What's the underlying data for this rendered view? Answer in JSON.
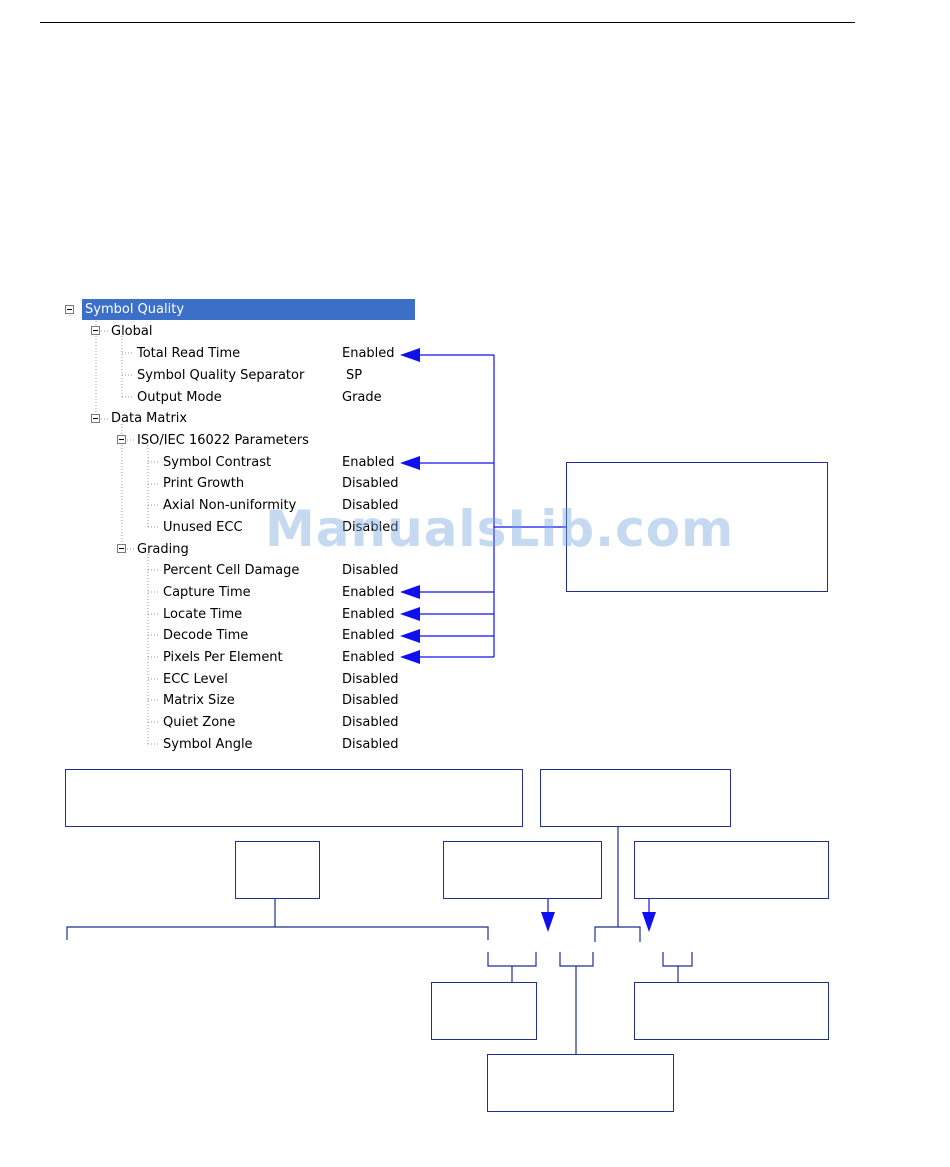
{
  "tree": {
    "root": "Symbol Quality",
    "global": {
      "label": "Global",
      "items": [
        {
          "label": "Total Read Time",
          "value": "Enabled"
        },
        {
          "label": "Symbol Quality Separator",
          "value": "SP"
        },
        {
          "label": "Output Mode",
          "value": "Grade"
        }
      ]
    },
    "data_matrix": {
      "label": "Data Matrix",
      "iso": {
        "label": "ISO/IEC 16022 Parameters",
        "items": [
          {
            "label": "Symbol Contrast",
            "value": "Enabled"
          },
          {
            "label": "Print Growth",
            "value": "Disabled"
          },
          {
            "label": "Axial Non-uniformity",
            "value": "Disabled"
          },
          {
            "label": "Unused ECC",
            "value": "Disabled"
          }
        ]
      },
      "grading": {
        "label": "Grading",
        "items": [
          {
            "label": "Percent Cell Damage",
            "value": "Disabled"
          },
          {
            "label": "Capture Time",
            "value": "Enabled"
          },
          {
            "label": "Locate Time",
            "value": "Enabled"
          },
          {
            "label": "Decode Time",
            "value": "Enabled"
          },
          {
            "label": "Pixels Per Element",
            "value": "Enabled"
          },
          {
            "label": "ECC Level",
            "value": "Disabled"
          },
          {
            "label": "Matrix Size",
            "value": "Disabled"
          },
          {
            "label": "Quiet Zone",
            "value": "Disabled"
          },
          {
            "label": "Symbol Angle",
            "value": "Disabled"
          }
        ]
      }
    }
  },
  "watermark": "ManualsLib.com",
  "colors": {
    "selection": "#3c6fc8",
    "arrow": "#1010ee",
    "box_border": "#1f2f8f"
  }
}
